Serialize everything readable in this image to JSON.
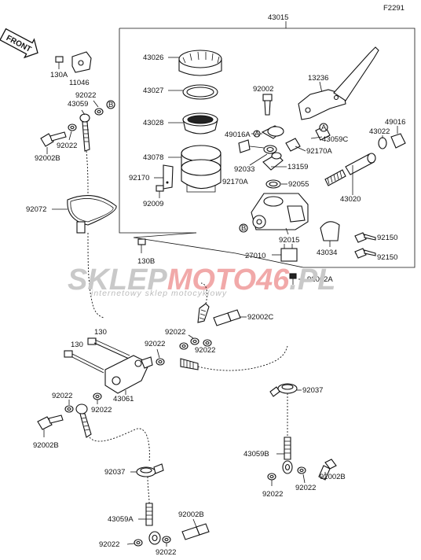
{
  "figure_code": "F2291",
  "front_badge": "FRONT",
  "watermark": {
    "main_a": "SKLEP",
    "main_b": "MOTO",
    "main_c": "46",
    "main_d": ".PL",
    "sub": "internetowy sklep motocyklowy"
  },
  "labels": {
    "assembly": "43015",
    "p43026": "43026",
    "p43027": "43027",
    "p43028": "43028",
    "p43078": "43078",
    "p92170_a": "92170",
    "p92009": "92009",
    "p92002_a": "92002",
    "p13236": "13236",
    "p49016A": "49016A",
    "p43059C": "43059C",
    "p43022": "43022",
    "p49016": "49016",
    "p92033": "92033",
    "p92170A_1": "92170A",
    "p92170A_2": "92170A",
    "p13159": "13159",
    "p92055": "92055",
    "p43020": "43020",
    "p92015": "92015",
    "p92150_1": "92150",
    "p92150_2": "92150",
    "p27010": "27010",
    "p43034": "43034",
    "p92002A": "92002A",
    "p130A": "130A",
    "p11046": "11046",
    "p92022_1": "92022",
    "p43059": "43059",
    "p92022_2": "92022",
    "p92002B_1": "92002B",
    "p92072": "92072",
    "p130B": "130B",
    "p92022_3": "92022",
    "p92002C": "92002C",
    "p92022_4": "92022",
    "p92022_5": "92022",
    "p130_1": "130",
    "p130_2": "130",
    "p92022_6": "92022",
    "p43061": "43061",
    "p92022_7": "92022",
    "p92037_1": "92037",
    "p92002B_2": "92002B",
    "p92037_2": "92037",
    "p43059B": "43059B",
    "p92002B_3": "92002B",
    "p92022_8": "92022",
    "p92022_9": "92022",
    "p43059A": "43059A",
    "p92002B_4": "92002B",
    "p92022_10": "92022",
    "p92022_11": "92022"
  },
  "markers": {
    "A": "A",
    "B": "B"
  }
}
